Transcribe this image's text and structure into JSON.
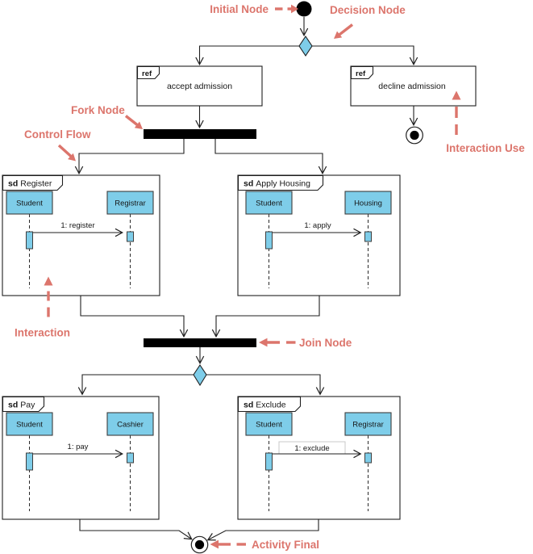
{
  "colors": {
    "annotation": "#DC756C",
    "node_fill": "#7ECDE9"
  },
  "annotations": {
    "initial_node": "Initial Node",
    "decision_node": "Decision Node",
    "fork_node": "Fork Node",
    "control_flow": "Control Flow",
    "interaction_use": "Interaction Use",
    "interaction": "Interaction",
    "join_node": "Join Node",
    "activity_final": "Activity Final"
  },
  "ref_frames": {
    "accept": {
      "tag": "ref",
      "label": "accept admission"
    },
    "decline": {
      "tag": "ref",
      "label": "decline admission"
    }
  },
  "sd_frames": {
    "register": {
      "tag": "sd",
      "name": "Register",
      "lifeline1": "Student",
      "lifeline2": "Registrar",
      "message": "1: register"
    },
    "apply_housing": {
      "tag": "sd",
      "name": "Apply Housing",
      "lifeline1": "Student",
      "lifeline2": "Housing",
      "message": "1: apply"
    },
    "pay": {
      "tag": "sd",
      "name": "Pay",
      "lifeline1": "Student",
      "lifeline2": "Cashier",
      "message": "1: pay"
    },
    "exclude": {
      "tag": "sd",
      "name": "Exclude",
      "lifeline1": "Student",
      "lifeline2": "Registrar",
      "message": "1: exclude"
    }
  }
}
